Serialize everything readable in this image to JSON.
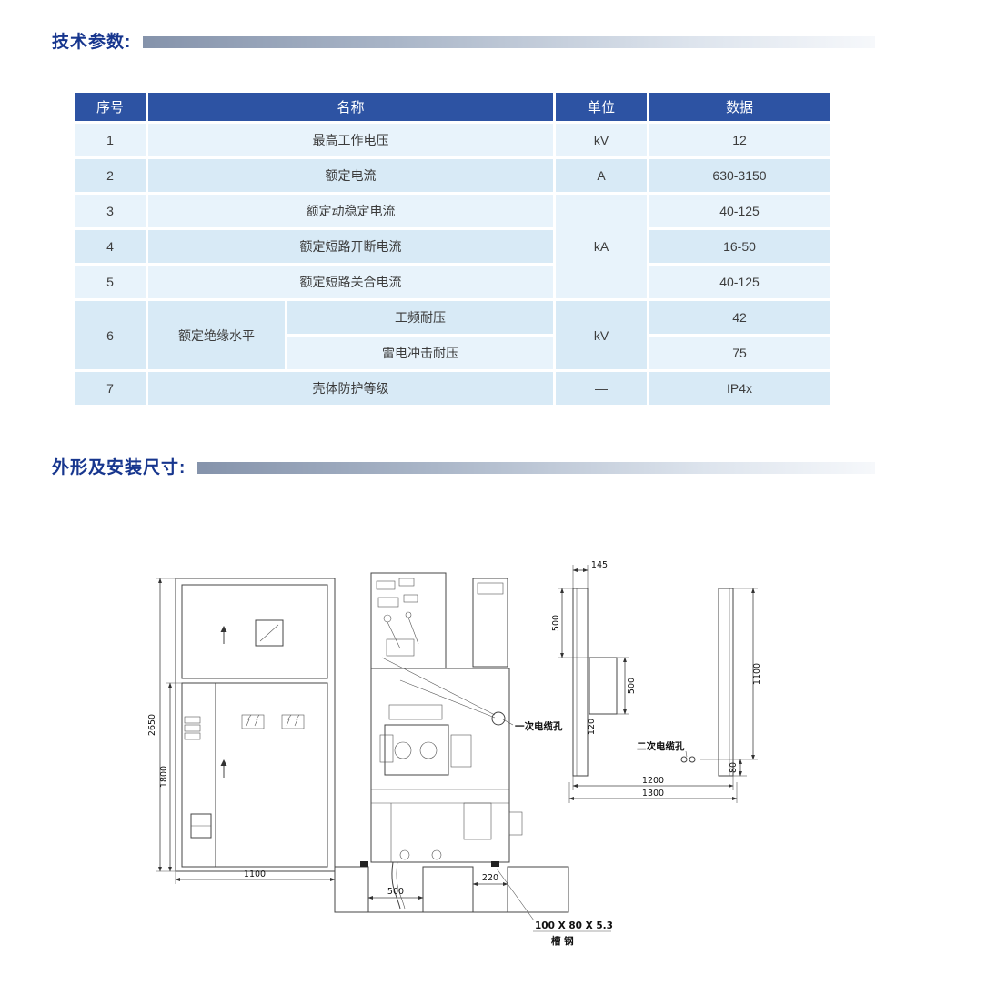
{
  "sections": {
    "tech_title": "技术参数:",
    "dims_title": "外形及安装尺寸:"
  },
  "table": {
    "headers": {
      "no": "序号",
      "name": "名称",
      "unit": "单位",
      "data": "数据"
    },
    "rows": {
      "r1": {
        "no": "1",
        "name": "最高工作电压",
        "unit": "kV",
        "data": "12"
      },
      "r2": {
        "no": "2",
        "name": "额定电流",
        "unit": "A",
        "data": "630-3150"
      },
      "r3": {
        "no": "3",
        "name": "额定动稳定电流",
        "unit": "kA",
        "data": "40-125"
      },
      "r4": {
        "no": "4",
        "name": "额定短路开断电流",
        "data": "16-50"
      },
      "r5": {
        "no": "5",
        "name": "额定短路关合电流",
        "data": "40-125"
      },
      "r6": {
        "no": "6",
        "name": "额定绝缘水平",
        "sub1": "工频耐压",
        "data1": "42",
        "sub2": "雷电冲击耐压",
        "data2": "75",
        "unit": "kV"
      },
      "r7": {
        "no": "7",
        "name": "壳体防护等级",
        "unit": "—",
        "data": "IP4x"
      }
    }
  },
  "drawing": {
    "side": {
      "overall_height": "2650",
      "lower_height": "1800",
      "depth": "1100"
    },
    "section": {
      "trench_width": "500",
      "rear_trench_width": "220",
      "primary_cable_hole": "一次电缆孔",
      "channel_steel_spec": "100 X 80 X 5.3",
      "channel_steel_name": "槽 钢"
    },
    "plan": {
      "rail_width": "145",
      "front_offset": "500",
      "hole_length": "500",
      "hole_width": "120",
      "side_length": "1100",
      "span_inner": "1200",
      "span_outer": "1300",
      "rear_offset": "80",
      "secondary_cable_hole": "二次电缆孔"
    }
  }
}
